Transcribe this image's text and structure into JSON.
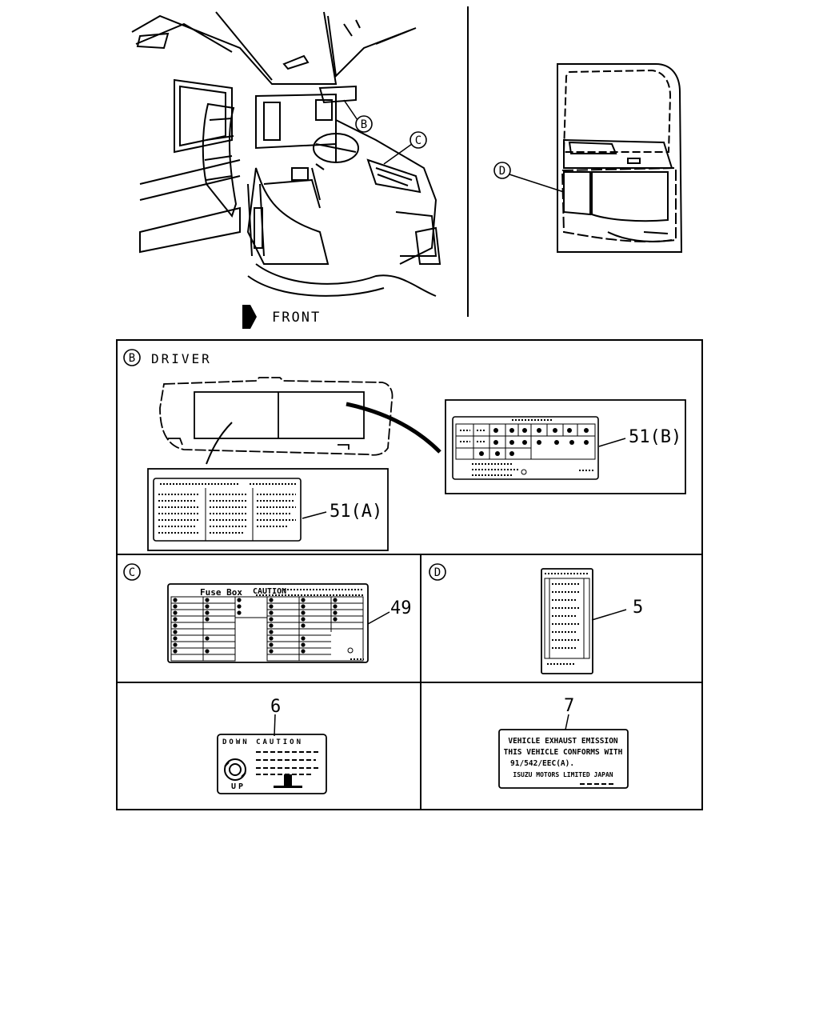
{
  "callouts": {
    "b": "B",
    "c": "C",
    "d": "D"
  },
  "front_label": "FRONT",
  "panels": {
    "driver": {
      "marker": "B",
      "title": "DRIVER",
      "part_a": "51(A)",
      "part_b": "51(B)"
    },
    "fuse": {
      "marker": "C",
      "part": "49",
      "heading": "Fuse Box",
      "caution": "CAUTION"
    },
    "door": {
      "marker": "D",
      "part": "5"
    },
    "tilt": {
      "part": "6",
      "top": "DOWN  CAUTION",
      "bottom": "UP"
    },
    "emission": {
      "part": "7",
      "line1": "VEHICLE EXHAUST EMISSION",
      "line2": "THIS VEHICLE CONFORMS WITH",
      "line3": "91/542/EEC(A).",
      "line4": "ISUZU MOTORS LIMITED JAPAN"
    }
  }
}
